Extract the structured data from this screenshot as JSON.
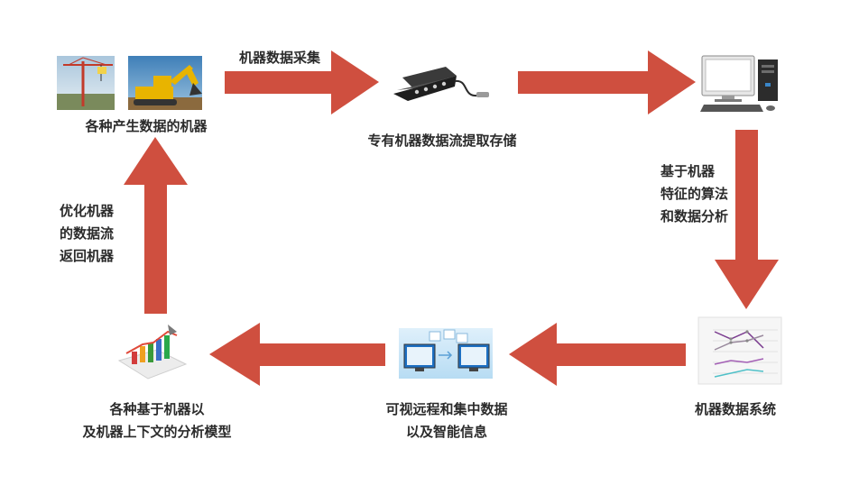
{
  "nodes": {
    "machines": {
      "label": "各种产生数据的机器",
      "icons": [
        "tower-crane-photo",
        "excavator-photo"
      ]
    },
    "device": {
      "label": "专有机器数据流提取存储",
      "icon": "data-extraction-device-icon"
    },
    "computer": {
      "icon": "desktop-computer-icon"
    },
    "system": {
      "label": "机器数据系统",
      "icon": "line-chart-icon"
    },
    "remote": {
      "lines": [
        "可视远程和集中数据",
        "以及智能信息"
      ],
      "icon": "remote-monitors-icon"
    },
    "model": {
      "lines": [
        "各种基于机器以",
        "及机器上下文的分析模型"
      ],
      "icon": "3d-bar-chart-icon"
    }
  },
  "edges": {
    "collect": {
      "label": "机器数据采集"
    },
    "analyze": {
      "lines": [
        "基于机器",
        "特征的算法",
        "和数据分析"
      ]
    },
    "feedback": {
      "lines": [
        "优化机器",
        "的数据流",
        "返回机器"
      ]
    }
  },
  "colors": {
    "arrow": "#cf4f3f",
    "text": "#2b2b2b"
  }
}
